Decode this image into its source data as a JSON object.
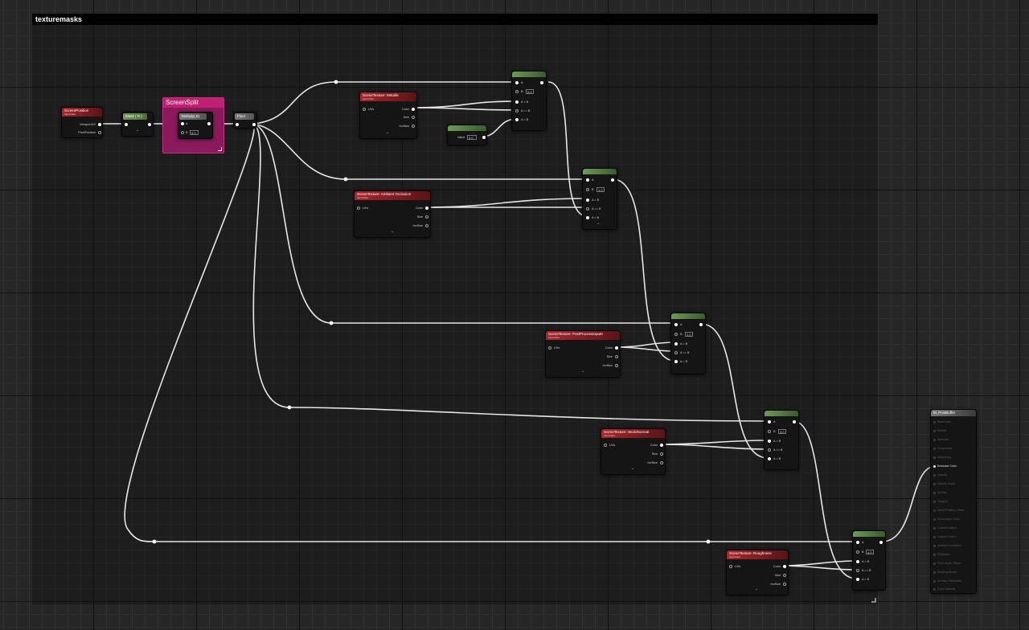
{
  "graph": {
    "title": "texturemasks",
    "screen_position": {
      "title": "ScreenPosition",
      "subtitle": "Input Data",
      "out_viewport": "ViewportUV",
      "out_pixel": "PixelPosition"
    },
    "mask": {
      "label": "Mask ( R )"
    },
    "screen_split": {
      "title": "ScreenSplit",
      "multiply_label": "Multiply(,8)",
      "pin_a": "A",
      "pin_b": "B",
      "b_value": "5.0"
    },
    "floor": {
      "label": "Floor"
    },
    "value_node": {
      "label": "Value",
      "value": "0.0"
    },
    "if_nodes": [
      {
        "b_value": "0.0"
      },
      {
        "b_value": "1.0"
      },
      {
        "b_value": "2.0"
      },
      {
        "b_value": "3.0"
      },
      {
        "b_value": "4.0"
      }
    ],
    "if_pins": {
      "a": "A",
      "b": "B",
      "gt": "A > B",
      "eq": "A == B",
      "lt": "A < B"
    },
    "scene_textures": [
      {
        "title": "SceneTexture: Metallic",
        "subtitle": "Input Data"
      },
      {
        "title": "SceneTexture: Ambient Occlusion",
        "subtitle": "Input Data"
      },
      {
        "title": "SceneTexture: PostProcessInput0",
        "subtitle": "Input Data"
      },
      {
        "title": "SceneTexture: WorldNormal",
        "subtitle": "Input Data"
      },
      {
        "title": "SceneTexture: Roughness",
        "subtitle": "Input Data"
      }
    ],
    "scene_texture_pins": {
      "uvs": "UVs",
      "color": "Color",
      "size": "Size",
      "invsize": "InvSize"
    },
    "material_output": {
      "title": "M_PostBuffer",
      "pins": [
        "BaseColor",
        "Metallic",
        "Specular",
        "Roughness",
        "Anisotropy",
        "Emissive Color",
        "Opacity",
        "Opacity Mask",
        "Normal",
        "Tangent",
        "World Position Offset",
        "Subsurface Color",
        "Custom Data 0",
        "Custom Data 1",
        "Ambient Occlusion",
        "Refraction",
        "Pixel Depth Offset",
        "Shading Model",
        "Surface Thickness",
        "Front Material"
      ],
      "active_pin": "Emissive Color"
    }
  }
}
